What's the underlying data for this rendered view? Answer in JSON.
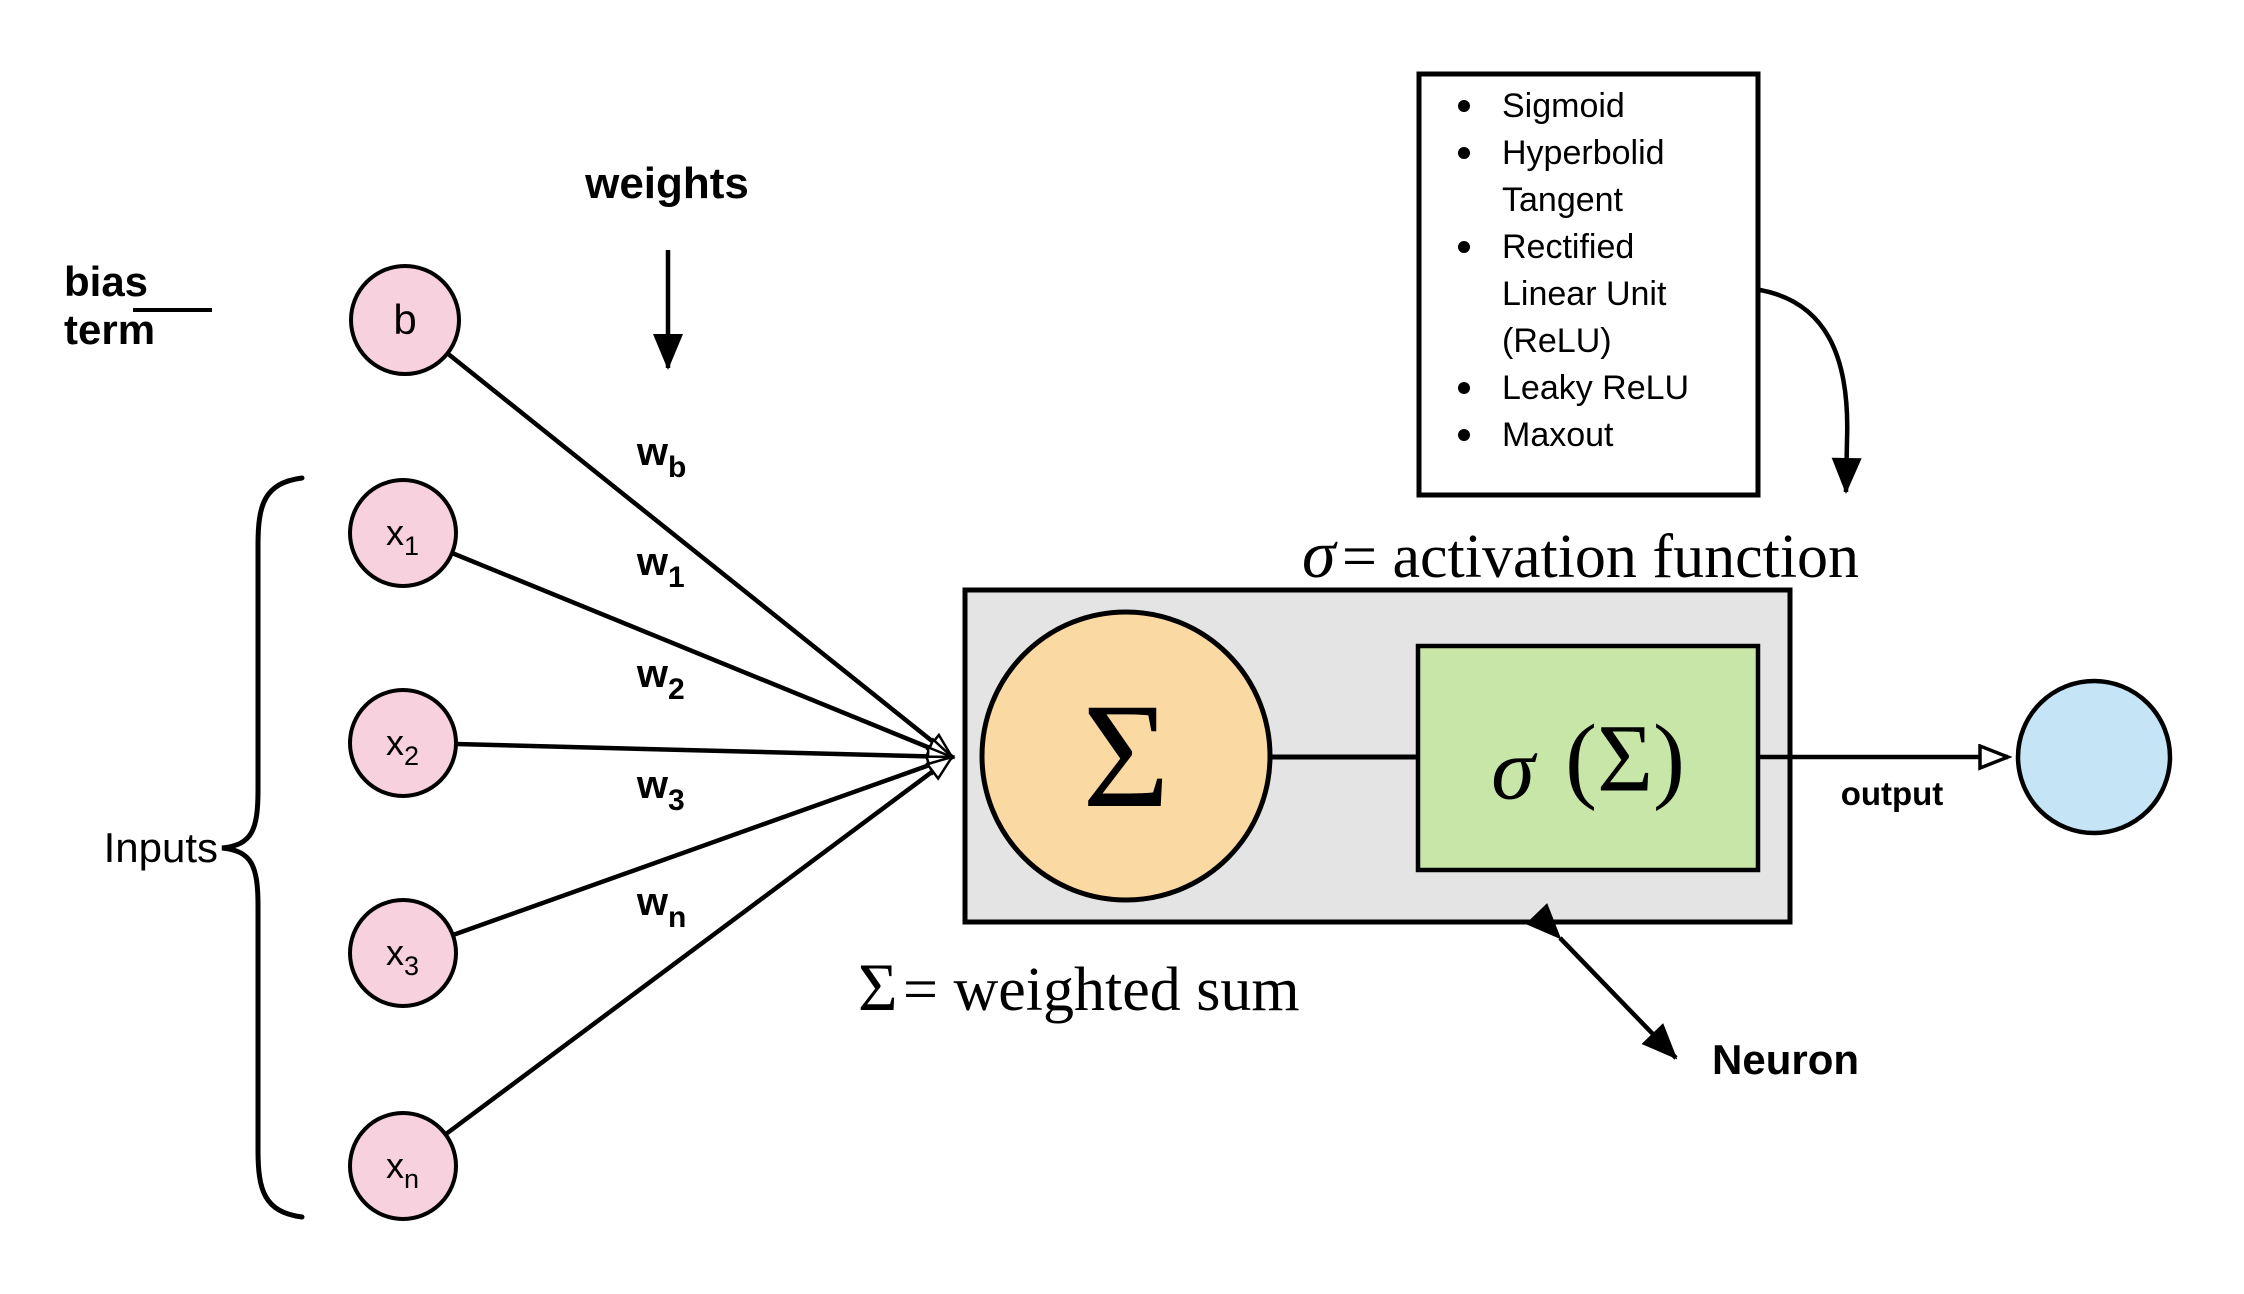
{
  "labels": {
    "bias_line1": "bias",
    "bias_line2": "term",
    "weights": "weights",
    "inputs": "Inputs",
    "output": "output",
    "neuron": "Neuron"
  },
  "nodes": {
    "bias": {
      "main": "b",
      "sub": ""
    },
    "inputs": [
      {
        "main": "x",
        "sub": "1"
      },
      {
        "main": "x",
        "sub": "2"
      },
      {
        "main": "x",
        "sub": "3"
      },
      {
        "main": "x",
        "sub": "n"
      }
    ]
  },
  "weight_labels": [
    {
      "main": "w",
      "sub": "b"
    },
    {
      "main": "w",
      "sub": "1"
    },
    {
      "main": "w",
      "sub": "2"
    },
    {
      "main": "w",
      "sub": "3"
    },
    {
      "main": "w",
      "sub": "n"
    }
  ],
  "neuron": {
    "sum_symbol": "Σ",
    "activation_symbol": "σ",
    "activation_args": "(Σ)"
  },
  "equations": {
    "activation": {
      "symbol": "σ",
      "rest": " = activation function"
    },
    "sum": {
      "symbol": "Σ",
      "rest": " = weighted sum"
    }
  },
  "activation_functions": {
    "items": [
      "Sigmoid",
      "Hyperbolid Tangent",
      "Rectified Linear Unit (ReLU)",
      "Leaky ReLU",
      "Maxout"
    ],
    "display_lines": [
      {
        "bullet": true,
        "text": "Sigmoid"
      },
      {
        "bullet": true,
        "text": "Hyperbolid"
      },
      {
        "bullet": false,
        "text": "Tangent"
      },
      {
        "bullet": true,
        "text": "Rectified"
      },
      {
        "bullet": false,
        "text": "Linear Unit"
      },
      {
        "bullet": false,
        "text": "(ReLU)"
      },
      {
        "bullet": true,
        "text": "Leaky ReLU"
      },
      {
        "bullet": true,
        "text": "Maxout"
      }
    ]
  },
  "colors": {
    "node_pink": "#f7d1dd",
    "sum_orange": "#fbd9a2",
    "activation_green": "#c8e6a8",
    "output_blue": "#c5e5f7",
    "neuron_box_gray": "#e4e4e4",
    "line_black": "#000000"
  }
}
